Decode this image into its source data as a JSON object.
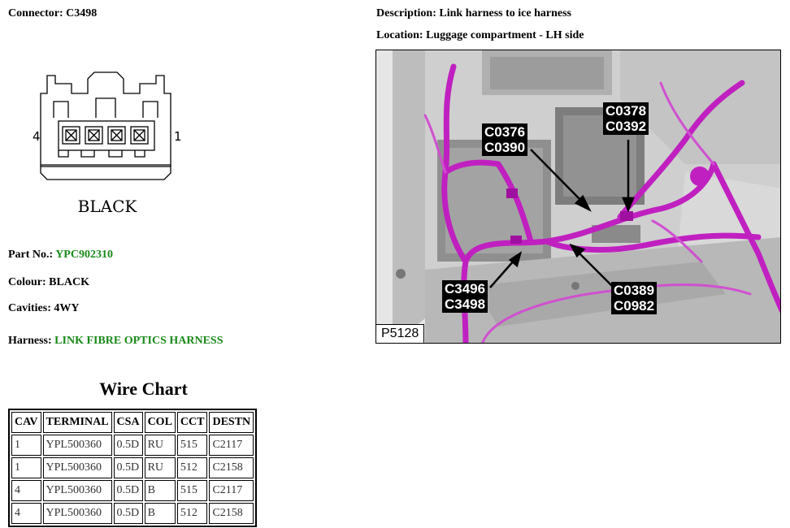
{
  "header": {
    "connector_label": "Connector:",
    "connector_value": "C3498",
    "description_label": "Description:",
    "description_value": "Link harness to ice harness",
    "location_label": "Location:",
    "location_value": "Luggage compartment - LH side"
  },
  "connector_diagram": {
    "pin_left": "4",
    "pin_right": "1",
    "color_text": "BLACK"
  },
  "details": {
    "part_label": "Part No.:",
    "part_value": "YPC902310",
    "colour_label": "Colour:",
    "colour_value": "BLACK",
    "cavities_label": "Cavities:",
    "cavities_value": "4WY",
    "harness_label": "Harness:",
    "harness_value": "LINK FIBRE OPTICS HARNESS",
    "link_color": "#1a8a1a"
  },
  "photo": {
    "callouts": [
      {
        "line1": "C0376",
        "line2": "C0390"
      },
      {
        "line1": "C0378",
        "line2": "C0392"
      },
      {
        "line1": "C3496",
        "line2": "C3498"
      },
      {
        "line1": "C0389",
        "line2": "C0982"
      }
    ],
    "figure_id": "P5128",
    "harness_color": "#c020c0"
  },
  "wire_chart": {
    "title": "Wire Chart",
    "headers": [
      "CAV",
      "TERMINAL",
      "CSA",
      "COL",
      "CCT",
      "DESTN"
    ],
    "rows": [
      [
        "1",
        "YPL500360",
        "0.5D",
        "RU",
        "515",
        "C2117"
      ],
      [
        "1",
        "YPL500360",
        "0.5D",
        "RU",
        "512",
        "C2158"
      ],
      [
        "4",
        "YPL500360",
        "0.5D",
        "B",
        "515",
        "C2117"
      ],
      [
        "4",
        "YPL500360",
        "0.5D",
        "B",
        "512",
        "C2158"
      ]
    ]
  }
}
